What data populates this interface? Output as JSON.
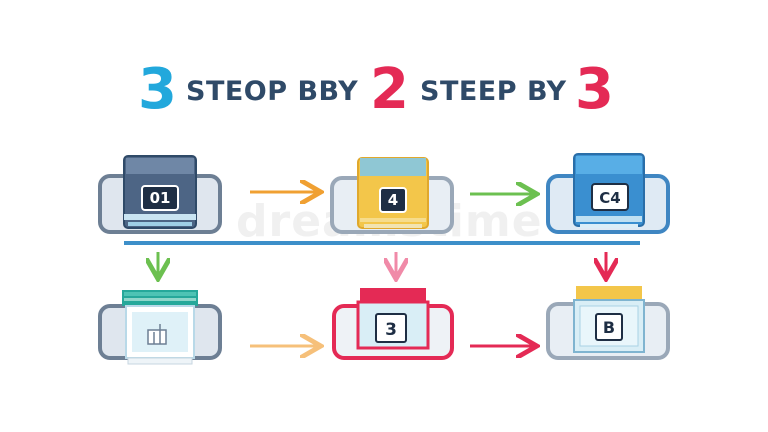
{
  "title": {
    "num1": "3",
    "text1": "STEOP BBY",
    "num2": "2",
    "text2": "STEEP BY",
    "num3": "3"
  },
  "watermark": "dreamstime",
  "machines": [
    {
      "id": "top-1",
      "label": "01"
    },
    {
      "id": "top-2",
      "label": "4"
    },
    {
      "id": "top-3",
      "label": "C4"
    },
    {
      "id": "bottom-2",
      "label": "3"
    },
    {
      "id": "bottom-3",
      "label": "B"
    }
  ],
  "colors": {
    "accent_blue": "#22a8dc",
    "accent_red": "#e42a55",
    "arrow_orange": "#f0a032",
    "arrow_green": "#6cc050",
    "arrow_pink": "#f08aa8",
    "navy": "#2f4a68",
    "divider": "#3d8fc9"
  }
}
